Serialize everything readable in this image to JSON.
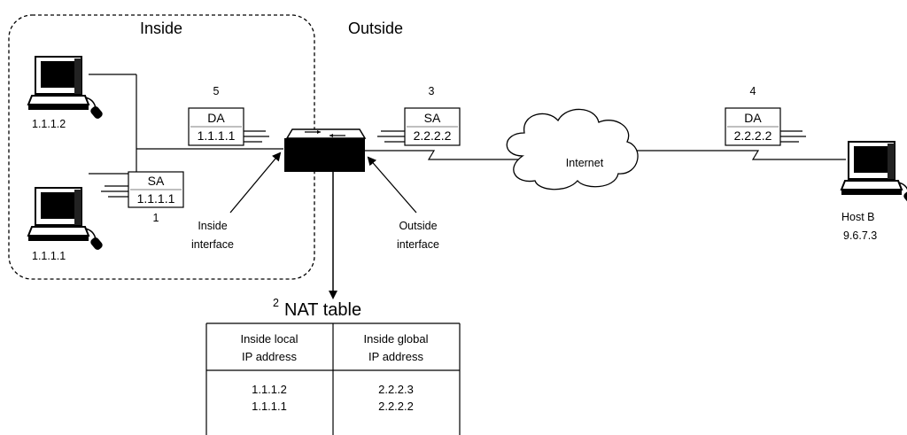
{
  "regions": {
    "inside": "Inside",
    "outside": "Outside"
  },
  "hosts": {
    "host_top": "1.1.1.2",
    "host_bottom": "1.1.1.1",
    "host_b_name": "Host B",
    "host_b_ip": "9.6.7.3"
  },
  "packets": [
    {
      "step": "5",
      "field": "DA",
      "addr": "1.1.1.1"
    },
    {
      "step": "3",
      "field": "SA",
      "addr": "2.2.2.2"
    },
    {
      "step": "4",
      "field": "DA",
      "addr": "2.2.2.2"
    },
    {
      "step": "1",
      "field": "SA",
      "addr": "1.1.1.1"
    }
  ],
  "cloud": {
    "label": "Internet"
  },
  "interfaces": {
    "inside_line1": "Inside",
    "inside_line2": "interface",
    "outside_line1": "Outside",
    "outside_line2": "interface"
  },
  "nat_table": {
    "step": "2",
    "title": "NAT table",
    "headers": [
      [
        "Inside local",
        "IP address"
      ],
      [
        "Inside global",
        "IP address"
      ]
    ],
    "rows": [
      [
        "1.1.1.2",
        "2.2.2.3"
      ],
      [
        "1.1.1.1",
        "2.2.2.2"
      ]
    ]
  },
  "icons": {
    "computer": "desktop-computer-icon",
    "router": "router-icon",
    "cloud": "cloud-icon"
  },
  "colors": {
    "line": "#000000",
    "background": "#ffffff"
  }
}
